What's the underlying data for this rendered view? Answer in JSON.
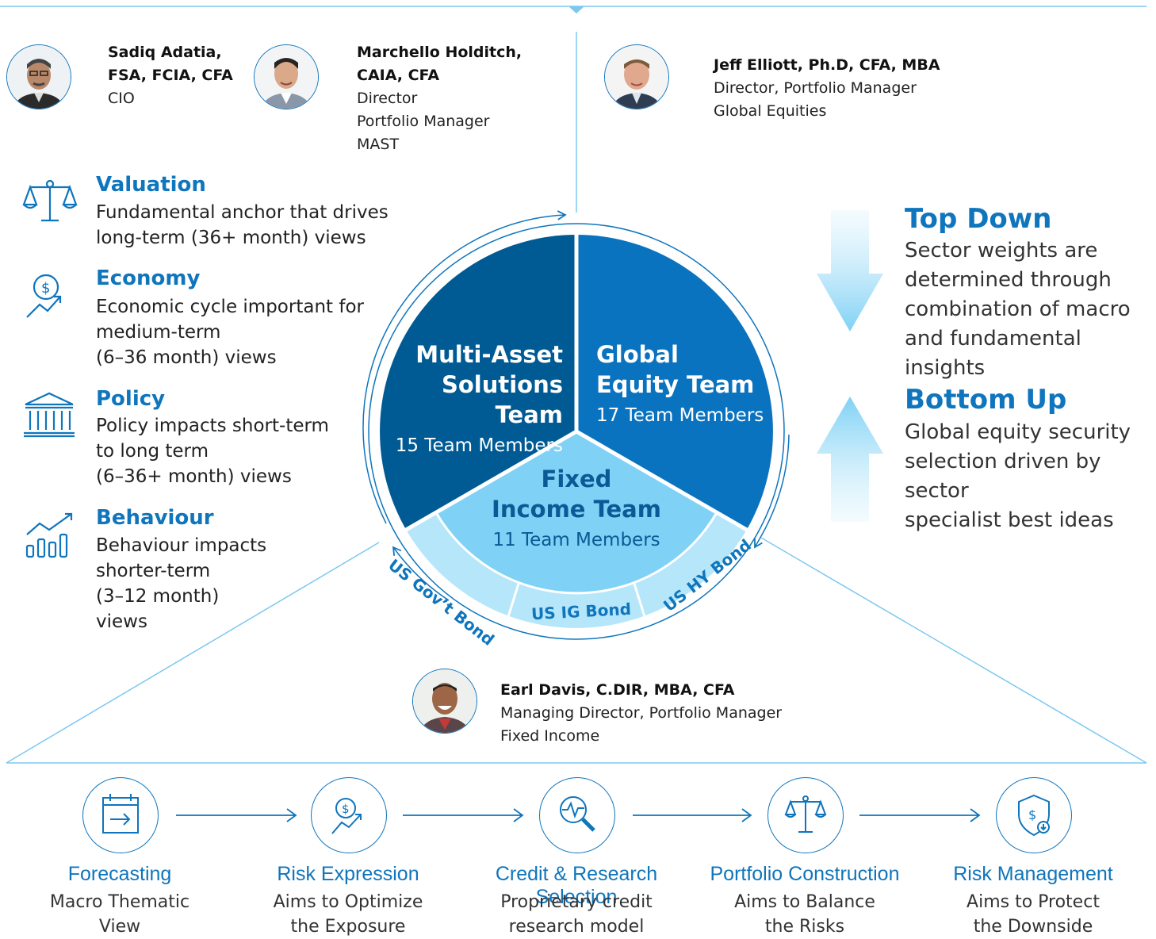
{
  "people": [
    {
      "id": "sadiq",
      "name_lines": [
        "Sadiq Adatia,",
        "FSA, FCIA, CFA"
      ],
      "role_lines": [
        "CIO"
      ]
    },
    {
      "id": "marchello",
      "name_lines": [
        "Marchello Holditch,",
        "CAIA, CFA"
      ],
      "role_lines": [
        "Director",
        "Portfolio Manager",
        "MAST"
      ]
    },
    {
      "id": "jeff",
      "name_lines": [
        "Jeff Elliott, Ph.D, CFA, MBA"
      ],
      "role_lines": [
        "Director, Portfolio Manager",
        "Global Equities"
      ]
    },
    {
      "id": "earl",
      "name_lines": [
        "Earl Davis, C.DIR, MBA, CFA"
      ],
      "role_lines": [
        "Managing Director, Portfolio Manager",
        "Fixed Income"
      ]
    }
  ],
  "pillars": [
    {
      "icon": "scales-icon",
      "title": "Valuation",
      "lines": [
        "Fundamental anchor that drives",
        "long-term (36+ month) views"
      ]
    },
    {
      "icon": "dollar-growth-icon",
      "title": "Economy",
      "lines": [
        "Economic cycle important for",
        "medium-term",
        "(6–36 month) views"
      ]
    },
    {
      "icon": "government-building-icon",
      "title": "Policy",
      "lines": [
        "Policy impacts short-term",
        "to long term",
        "(6–36+ month) views"
      ]
    },
    {
      "icon": "bar-growth-icon",
      "title": "Behaviour",
      "lines": [
        "Behaviour impacts",
        "shorter-term",
        "(3–12 month)",
        "views"
      ]
    }
  ],
  "teams": {
    "mast": {
      "title_lines": [
        "Multi-Asset",
        "Solutions Team"
      ],
      "members": "15 Team Members"
    },
    "equity": {
      "title_lines": [
        "Global",
        "Equity Team"
      ],
      "members": "17 Team Members"
    },
    "fixed": {
      "title_lines": [
        "Fixed",
        "Income Team"
      ],
      "members": "11 Team Members"
    },
    "bonds": [
      "US Gov’t Bond",
      "US IG Bond",
      "US HY Bond"
    ]
  },
  "approach": {
    "top_down": {
      "title": "Top Down",
      "lines": [
        "Sector weights are",
        "determined through",
        "combination of macro",
        "and fundamental insights"
      ]
    },
    "bottom_up": {
      "title": "Bottom Up",
      "lines": [
        "Global equity security",
        "selection driven by sector",
        "specialist best ideas"
      ]
    }
  },
  "process": [
    {
      "icon": "calendar-arrow-icon",
      "title": "Forecasting",
      "lines": [
        "Macro Thematic",
        "View"
      ]
    },
    {
      "icon": "dollar-growth-icon",
      "title": "Risk Expression",
      "lines": [
        "Aims to Optimize",
        "the Exposure"
      ]
    },
    {
      "icon": "magnifier-pulse-icon",
      "title": "Credit & Research Selection",
      "lines": [
        "Proprietary credit",
        "research model"
      ]
    },
    {
      "icon": "scales-icon",
      "title": "Portfolio Construction",
      "lines": [
        "Aims to Balance",
        "the Risks"
      ]
    },
    {
      "icon": "shield-dollar-icon",
      "title": "Risk Management",
      "lines": [
        "Aims to Protect",
        "the Downside"
      ]
    }
  ],
  "colors": {
    "accent": "#0f75bc",
    "dark": "#005a94",
    "mid": "#0a73bf",
    "light": "#7fd1f5",
    "pale": "#b6e6fa",
    "line": "#7cc8ef"
  }
}
